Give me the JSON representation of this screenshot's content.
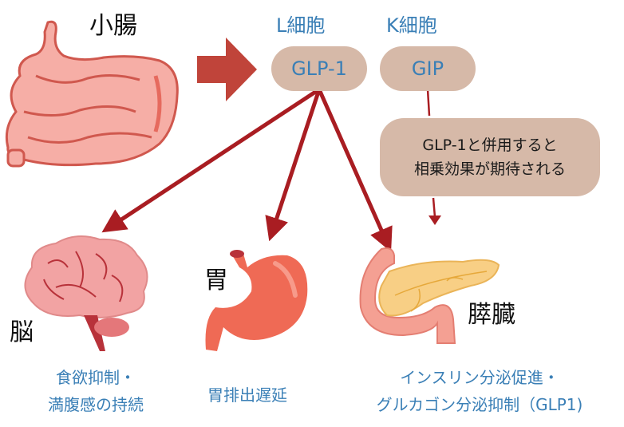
{
  "source": {
    "organ": "小腸"
  },
  "cells": [
    {
      "cell_name": "L細胞",
      "hormone": "GLP-1"
    },
    {
      "cell_name": "K細胞",
      "hormone": "GIP"
    }
  ],
  "note": {
    "line1": "GLP-1と併用すると",
    "line2": "相乗効果が期待される"
  },
  "targets": [
    {
      "organ": "脳",
      "effect_line1": "食欲抑制・",
      "effect_line2": "満腹感の持続"
    },
    {
      "organ": "胃",
      "effect_line1": "胃排出遅延",
      "effect_line2": ""
    },
    {
      "organ": "膵臓",
      "effect_line1": "インスリン分泌促進・",
      "effect_line2": "グルカゴン分泌抑制（GLP1)"
    }
  ],
  "colors": {
    "arrow": "#a91d22",
    "big_arrow": "#c0443a",
    "pill": "#d6b9a8",
    "cell_text": "#3a7fb6"
  }
}
